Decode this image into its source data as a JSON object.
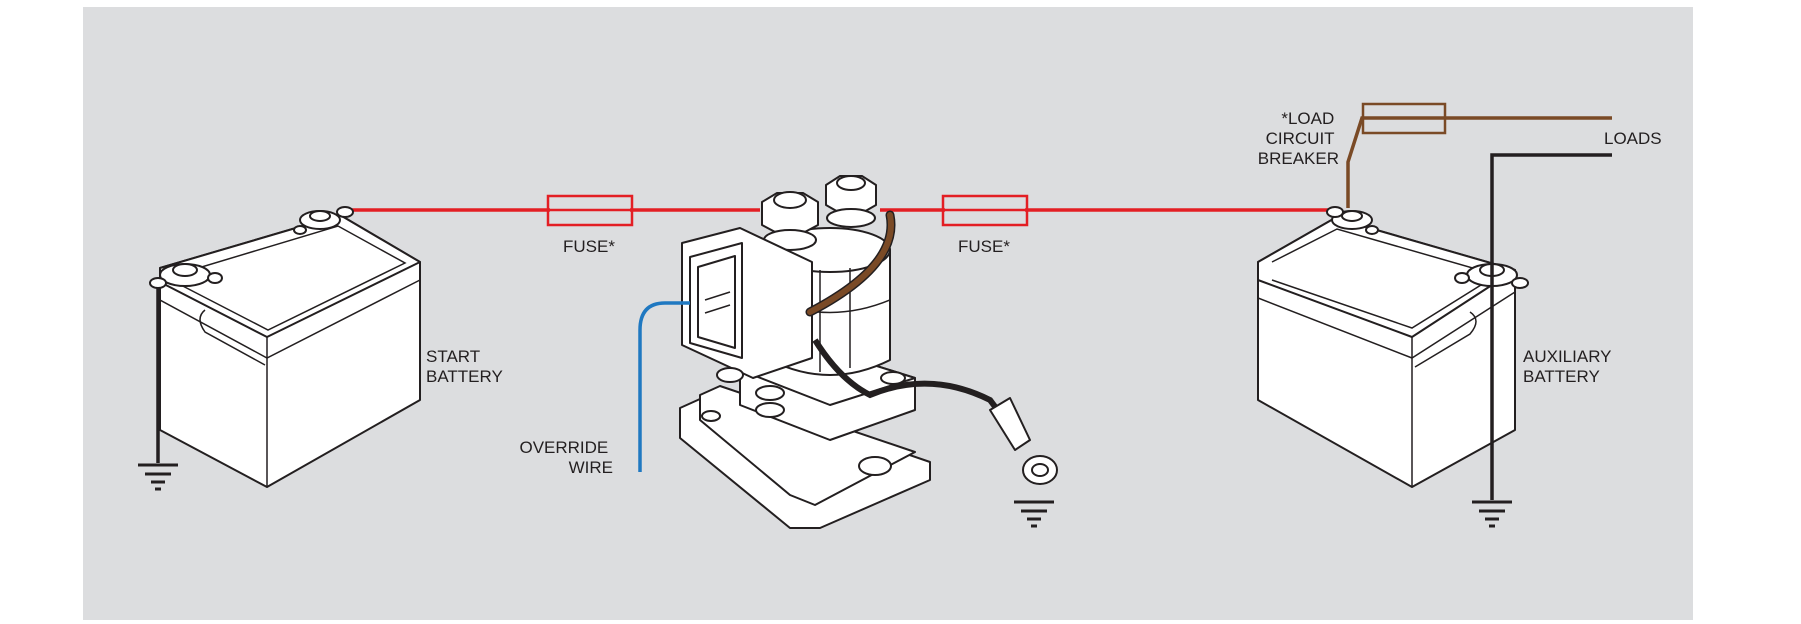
{
  "labels": {
    "start_battery": [
      "START",
      "BATTERY"
    ],
    "auxiliary_battery": [
      "AUXILIARY",
      "BATTERY"
    ],
    "fuse_left": "FUSE*",
    "fuse_right": "FUSE*",
    "override_wire": [
      "OVERRIDE",
      "WIRE"
    ],
    "load_circuit_breaker": [
      "*LOAD",
      "CIRCUIT",
      "BREAKER"
    ],
    "loads": "LOADS"
  },
  "colors": {
    "background": "#dcdddf",
    "positive_wire": "#e31e24",
    "brown_wire": "#7a4a26",
    "ground_wire": "#231f20",
    "override_wire": "#1f78c1",
    "outline": "#231f20"
  },
  "icons": [
    "battery-icon",
    "relay-icon",
    "fuse-icon",
    "ground-symbol-icon",
    "ring-terminal-icon",
    "circuit-breaker-icon"
  ]
}
